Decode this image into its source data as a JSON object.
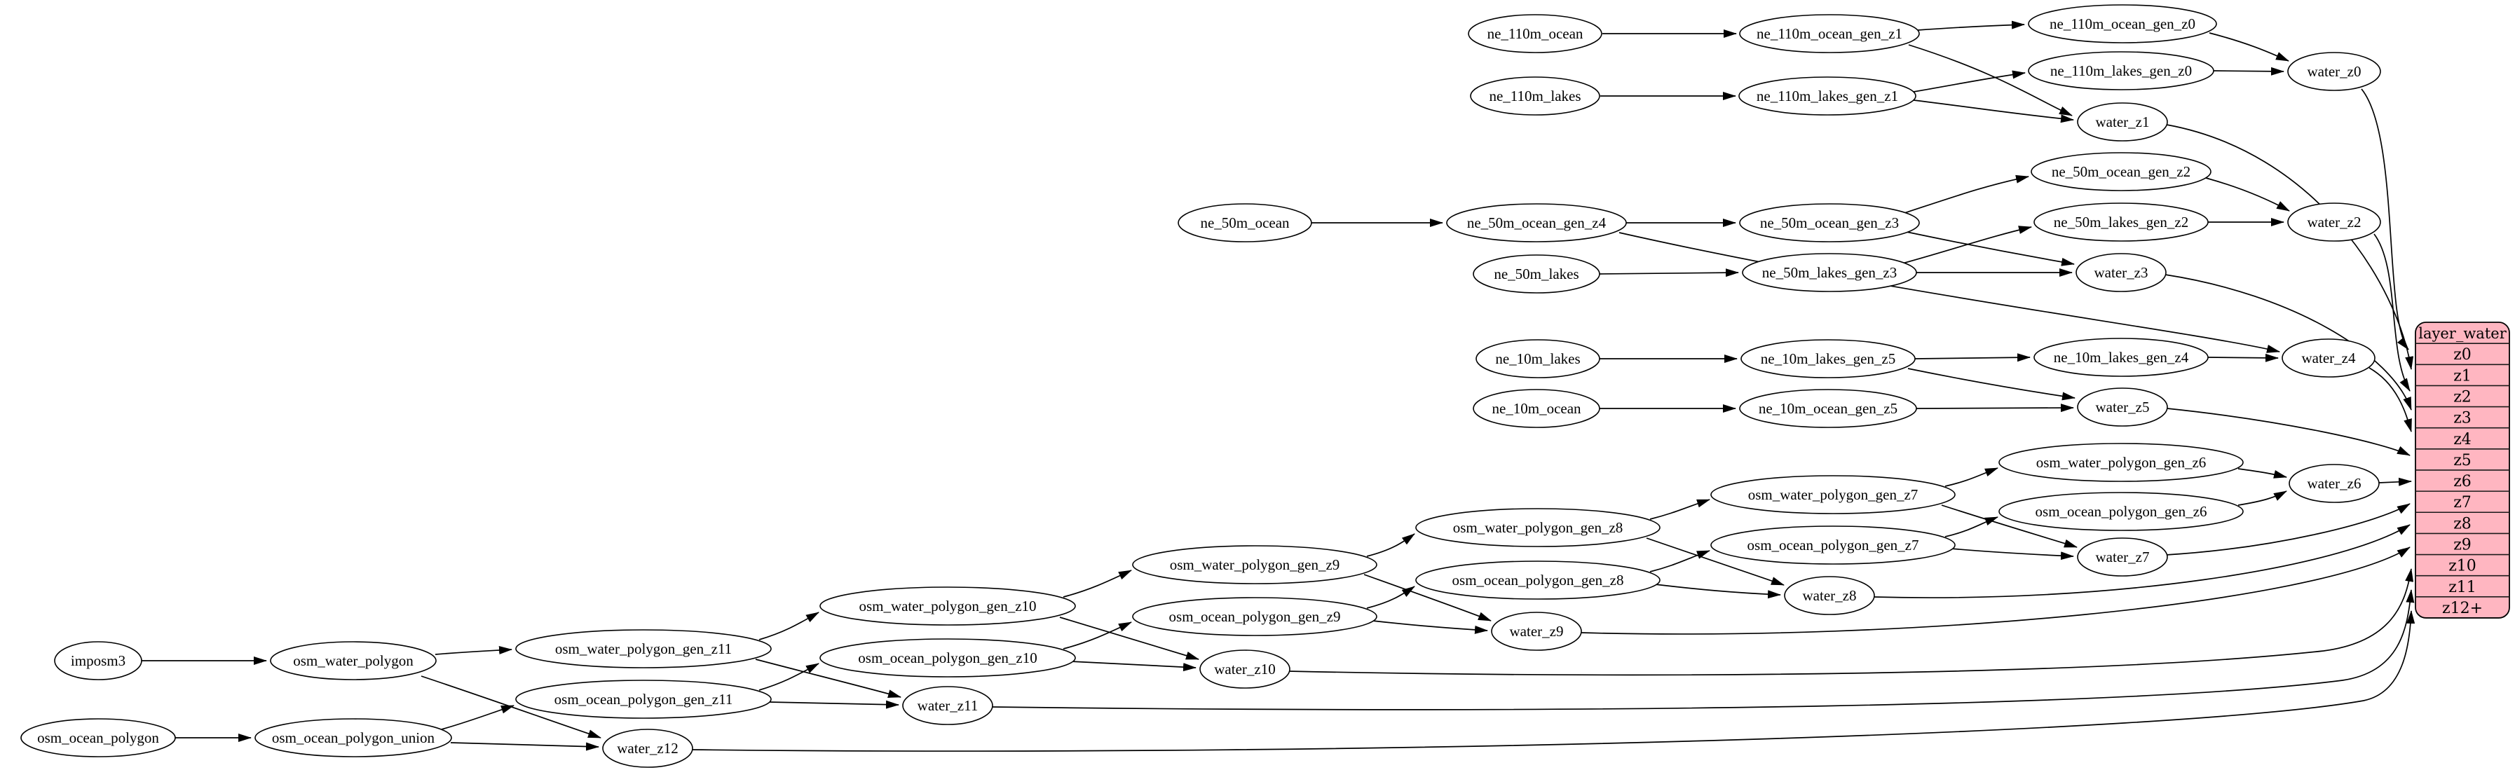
{
  "diagram": {
    "background_color": "#ffffff",
    "edge_color": "#000000",
    "node_fill": "#ffffff",
    "node_stroke": "#000000",
    "nodes": [
      {
        "id": "imposm3",
        "label": "imposm3"
      },
      {
        "id": "osm_water_polygon",
        "label": "osm_water_polygon"
      },
      {
        "id": "osm_ocean_polygon",
        "label": "osm_ocean_polygon"
      },
      {
        "id": "osm_ocean_polygon_union",
        "label": "osm_ocean_polygon_union"
      },
      {
        "id": "osm_water_polygon_gen_z11",
        "label": "osm_water_polygon_gen_z11"
      },
      {
        "id": "osm_ocean_polygon_gen_z11",
        "label": "osm_ocean_polygon_gen_z11"
      },
      {
        "id": "osm_water_polygon_gen_z10",
        "label": "osm_water_polygon_gen_z10"
      },
      {
        "id": "osm_ocean_polygon_gen_z10",
        "label": "osm_ocean_polygon_gen_z10"
      },
      {
        "id": "osm_water_polygon_gen_z9",
        "label": "osm_water_polygon_gen_z9"
      },
      {
        "id": "osm_ocean_polygon_gen_z9",
        "label": "osm_ocean_polygon_gen_z9"
      },
      {
        "id": "osm_water_polygon_gen_z8",
        "label": "osm_water_polygon_gen_z8"
      },
      {
        "id": "osm_ocean_polygon_gen_z8",
        "label": "osm_ocean_polygon_gen_z8"
      },
      {
        "id": "osm_water_polygon_gen_z7",
        "label": "osm_water_polygon_gen_z7"
      },
      {
        "id": "osm_ocean_polygon_gen_z7",
        "label": "osm_ocean_polygon_gen_z7"
      },
      {
        "id": "osm_water_polygon_gen_z6",
        "label": "osm_water_polygon_gen_z6"
      },
      {
        "id": "osm_ocean_polygon_gen_z6",
        "label": "osm_ocean_polygon_gen_z6"
      },
      {
        "id": "water_z6",
        "label": "water_z6"
      },
      {
        "id": "water_z7",
        "label": "water_z7"
      },
      {
        "id": "water_z8",
        "label": "water_z8"
      },
      {
        "id": "water_z9",
        "label": "water_z9"
      },
      {
        "id": "water_z10",
        "label": "water_z10"
      },
      {
        "id": "water_z11",
        "label": "water_z11"
      },
      {
        "id": "water_z12",
        "label": "water_z12"
      },
      {
        "id": "ne_110m_ocean",
        "label": "ne_110m_ocean"
      },
      {
        "id": "ne_110m_ocean_gen_z1",
        "label": "ne_110m_ocean_gen_z1"
      },
      {
        "id": "ne_110m_ocean_gen_z0",
        "label": "ne_110m_ocean_gen_z0"
      },
      {
        "id": "ne_110m_lakes",
        "label": "ne_110m_lakes"
      },
      {
        "id": "ne_110m_lakes_gen_z1",
        "label": "ne_110m_lakes_gen_z1"
      },
      {
        "id": "ne_110m_lakes_gen_z0",
        "label": "ne_110m_lakes_gen_z0"
      },
      {
        "id": "water_z0",
        "label": "water_z0"
      },
      {
        "id": "water_z1",
        "label": "water_z1"
      },
      {
        "id": "ne_50m_ocean",
        "label": "ne_50m_ocean"
      },
      {
        "id": "ne_50m_ocean_gen_z4",
        "label": "ne_50m_ocean_gen_z4"
      },
      {
        "id": "ne_50m_ocean_gen_z3",
        "label": "ne_50m_ocean_gen_z3"
      },
      {
        "id": "ne_50m_ocean_gen_z2",
        "label": "ne_50m_ocean_gen_z2"
      },
      {
        "id": "ne_50m_lakes",
        "label": "ne_50m_lakes"
      },
      {
        "id": "ne_50m_lakes_gen_z3",
        "label": "ne_50m_lakes_gen_z3"
      },
      {
        "id": "ne_50m_lakes_gen_z2",
        "label": "ne_50m_lakes_gen_z2"
      },
      {
        "id": "water_z2",
        "label": "water_z2"
      },
      {
        "id": "water_z3",
        "label": "water_z3"
      },
      {
        "id": "water_z4",
        "label": "water_z4"
      },
      {
        "id": "ne_10m_lakes",
        "label": "ne_10m_lakes"
      },
      {
        "id": "ne_10m_lakes_gen_z5",
        "label": "ne_10m_lakes_gen_z5"
      },
      {
        "id": "ne_10m_lakes_gen_z4",
        "label": "ne_10m_lakes_gen_z4"
      },
      {
        "id": "water_z5",
        "label": "water_z5"
      },
      {
        "id": "ne_10m_ocean",
        "label": "ne_10m_ocean"
      },
      {
        "id": "ne_10m_ocean_gen_z5",
        "label": "ne_10m_ocean_gen_z5"
      }
    ],
    "table": {
      "id": "layer_water",
      "title": "layer_water",
      "fill": "#ffb6c1",
      "stroke": "#000000",
      "rows": [
        "z0",
        "z1",
        "z2",
        "z3",
        "z4",
        "z5",
        "z6",
        "z7",
        "z8",
        "z9",
        "z10",
        "z11",
        "z12+"
      ]
    },
    "edges": [
      [
        "imposm3",
        "osm_water_polygon"
      ],
      [
        "osm_water_polygon",
        "osm_water_polygon_gen_z11"
      ],
      [
        "osm_water_polygon",
        "water_z12"
      ],
      [
        "osm_ocean_polygon",
        "osm_ocean_polygon_union"
      ],
      [
        "osm_ocean_polygon_union",
        "osm_ocean_polygon_gen_z11"
      ],
      [
        "osm_ocean_polygon_union",
        "water_z12"
      ],
      [
        "osm_water_polygon_gen_z11",
        "osm_water_polygon_gen_z10"
      ],
      [
        "osm_water_polygon_gen_z11",
        "water_z11"
      ],
      [
        "osm_ocean_polygon_gen_z11",
        "osm_ocean_polygon_gen_z10"
      ],
      [
        "osm_ocean_polygon_gen_z11",
        "water_z11"
      ],
      [
        "osm_water_polygon_gen_z10",
        "osm_water_polygon_gen_z9"
      ],
      [
        "osm_water_polygon_gen_z10",
        "water_z10"
      ],
      [
        "osm_ocean_polygon_gen_z10",
        "osm_ocean_polygon_gen_z9"
      ],
      [
        "osm_ocean_polygon_gen_z10",
        "water_z10"
      ],
      [
        "osm_water_polygon_gen_z9",
        "osm_water_polygon_gen_z8"
      ],
      [
        "osm_water_polygon_gen_z9",
        "water_z9"
      ],
      [
        "osm_ocean_polygon_gen_z9",
        "osm_ocean_polygon_gen_z8"
      ],
      [
        "osm_ocean_polygon_gen_z9",
        "water_z9"
      ],
      [
        "osm_water_polygon_gen_z8",
        "osm_water_polygon_gen_z7"
      ],
      [
        "osm_water_polygon_gen_z8",
        "water_z8"
      ],
      [
        "osm_ocean_polygon_gen_z8",
        "osm_ocean_polygon_gen_z7"
      ],
      [
        "osm_ocean_polygon_gen_z8",
        "water_z8"
      ],
      [
        "osm_water_polygon_gen_z7",
        "osm_water_polygon_gen_z6"
      ],
      [
        "osm_water_polygon_gen_z7",
        "water_z7"
      ],
      [
        "osm_ocean_polygon_gen_z7",
        "osm_ocean_polygon_gen_z6"
      ],
      [
        "osm_ocean_polygon_gen_z7",
        "water_z7"
      ],
      [
        "osm_water_polygon_gen_z6",
        "water_z6"
      ],
      [
        "osm_ocean_polygon_gen_z6",
        "water_z6"
      ],
      [
        "water_z6",
        "layer_water:z6"
      ],
      [
        "water_z7",
        "layer_water:z7"
      ],
      [
        "water_z8",
        "layer_water:z8"
      ],
      [
        "water_z9",
        "layer_water:z9"
      ],
      [
        "water_z10",
        "layer_water:z10"
      ],
      [
        "water_z11",
        "layer_water:z11"
      ],
      [
        "water_z12",
        "layer_water:z12+"
      ],
      [
        "ne_110m_ocean",
        "ne_110m_ocean_gen_z1"
      ],
      [
        "ne_110m_ocean_gen_z1",
        "ne_110m_ocean_gen_z0"
      ],
      [
        "ne_110m_ocean_gen_z1",
        "water_z1"
      ],
      [
        "ne_110m_lakes",
        "ne_110m_lakes_gen_z1"
      ],
      [
        "ne_110m_lakes_gen_z1",
        "ne_110m_lakes_gen_z0"
      ],
      [
        "ne_110m_lakes_gen_z1",
        "water_z1"
      ],
      [
        "ne_110m_ocean_gen_z0",
        "water_z0"
      ],
      [
        "ne_110m_lakes_gen_z0",
        "water_z0"
      ],
      [
        "water_z0",
        "layer_water:z0"
      ],
      [
        "water_z1",
        "layer_water:z1"
      ],
      [
        "ne_50m_ocean",
        "ne_50m_ocean_gen_z4"
      ],
      [
        "ne_50m_ocean_gen_z4",
        "ne_50m_ocean_gen_z3"
      ],
      [
        "ne_50m_ocean_gen_z4",
        "water_z4"
      ],
      [
        "ne_50m_lakes",
        "ne_50m_lakes_gen_z3"
      ],
      [
        "ne_50m_ocean_gen_z3",
        "ne_50m_ocean_gen_z2"
      ],
      [
        "ne_50m_ocean_gen_z3",
        "water_z3"
      ],
      [
        "ne_50m_lakes_gen_z3",
        "ne_50m_lakes_gen_z2"
      ],
      [
        "ne_50m_lakes_gen_z3",
        "water_z3"
      ],
      [
        "ne_50m_ocean_gen_z2",
        "water_z2"
      ],
      [
        "ne_50m_lakes_gen_z2",
        "water_z2"
      ],
      [
        "water_z2",
        "layer_water:z2"
      ],
      [
        "water_z3",
        "layer_water:z3"
      ],
      [
        "water_z4",
        "layer_water:z4"
      ],
      [
        "ne_10m_lakes",
        "ne_10m_lakes_gen_z5"
      ],
      [
        "ne_10m_lakes_gen_z5",
        "ne_10m_lakes_gen_z4"
      ],
      [
        "ne_10m_lakes_gen_z5",
        "water_z5"
      ],
      [
        "ne_10m_ocean",
        "ne_10m_ocean_gen_z5"
      ],
      [
        "ne_10m_ocean_gen_z5",
        "water_z5"
      ],
      [
        "ne_10m_lakes_gen_z4",
        "water_z4"
      ],
      [
        "water_z5",
        "layer_water:z5"
      ]
    ]
  }
}
